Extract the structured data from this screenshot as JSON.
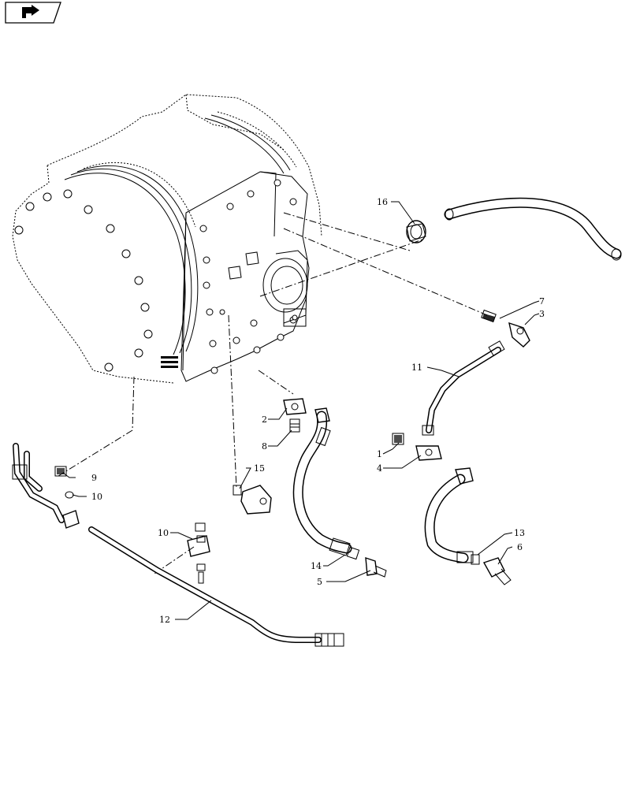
{
  "callouts": [
    {
      "id": "1",
      "text": "1"
    },
    {
      "id": "2",
      "text": "2"
    },
    {
      "id": "3",
      "text": "3"
    },
    {
      "id": "4",
      "text": "4"
    },
    {
      "id": "5",
      "text": "5"
    },
    {
      "id": "6",
      "text": "6"
    },
    {
      "id": "7",
      "text": "7"
    },
    {
      "id": "8",
      "text": "8"
    },
    {
      "id": "9",
      "text": "9"
    },
    {
      "id": "10a",
      "text": "10"
    },
    {
      "id": "10b",
      "text": "10"
    },
    {
      "id": "11",
      "text": "11"
    },
    {
      "id": "12",
      "text": "12"
    },
    {
      "id": "13",
      "text": "13"
    },
    {
      "id": "14",
      "text": "14"
    },
    {
      "id": "15",
      "text": "15"
    },
    {
      "id": "16",
      "text": "16"
    }
  ],
  "icons": {
    "nav": "navigation-arrow-icon"
  }
}
